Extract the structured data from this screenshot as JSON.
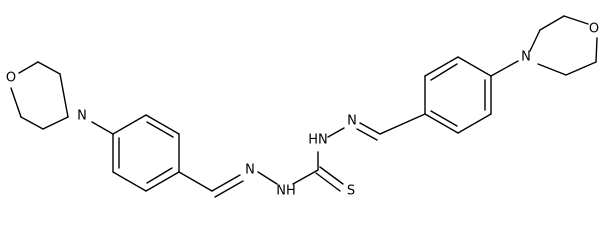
{
  "molecule": {
    "atom_labels": {
      "o_left": "O",
      "n_left_ring": "N",
      "o_right": "O",
      "n_right_ring": "N",
      "nh_upper": "HN",
      "nh_lower": "NH",
      "n_imine_left": "N",
      "n_imine_right": "N",
      "s": "S"
    },
    "colors": {
      "bond": "#000000",
      "text": "#000000",
      "background": "#ffffff"
    }
  }
}
